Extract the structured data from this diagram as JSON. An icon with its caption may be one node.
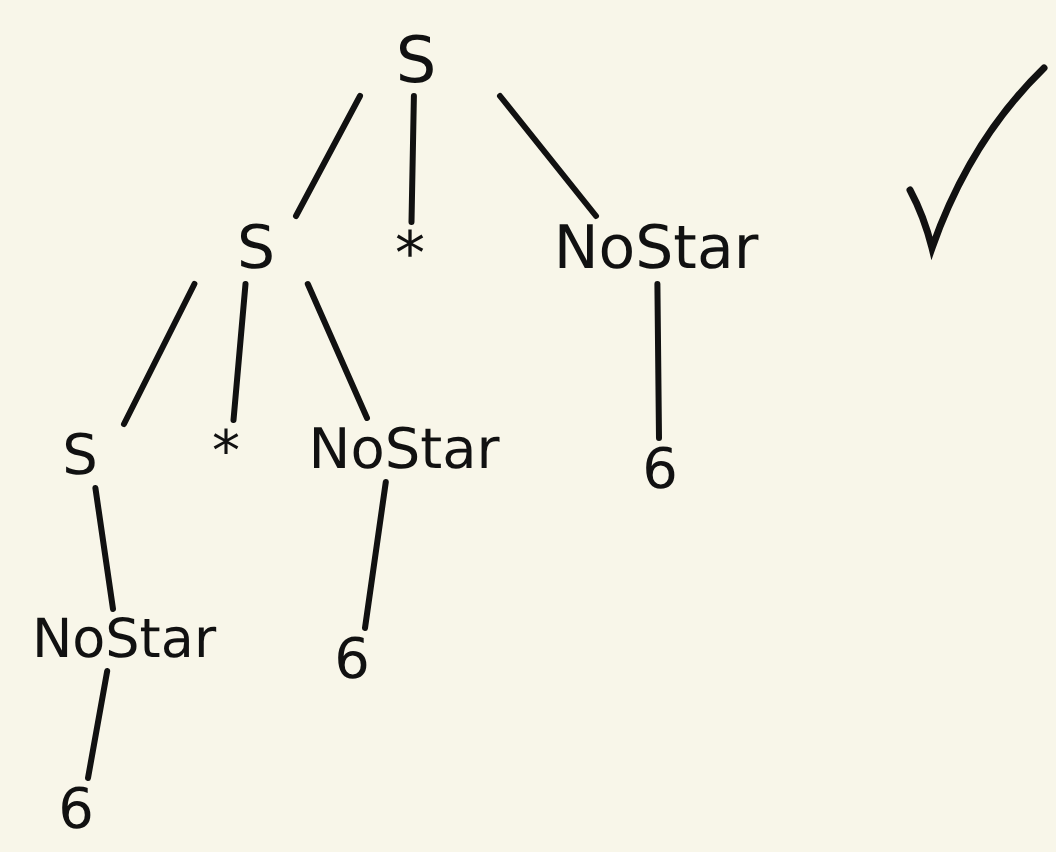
{
  "diagram": {
    "nodes": [
      {
        "text": [
          "S"
        ]
      },
      {
        "text": [
          "S"
        ]
      },
      {
        "text": [
          "*"
        ]
      },
      {
        "text": [
          "NoStar"
        ]
      },
      {
        "text": [
          "S"
        ]
      },
      {
        "text": [
          "*"
        ]
      },
      {
        "text": [
          "NoStar"
        ]
      },
      {
        "text": [
          "6"
        ]
      },
      {
        "text": [
          "NoStar"
        ]
      },
      {
        "text": [
          "6"
        ]
      },
      {
        "text": [
          "6"
        ]
      }
    ],
    "edges": [
      {
        "from": 0,
        "to": 1,
        "arrow": "none"
      },
      {
        "from": 0,
        "to": 2,
        "arrow": "none"
      },
      {
        "from": 0,
        "to": 3,
        "arrow": "none"
      },
      {
        "from": 1,
        "to": 4,
        "arrow": "none"
      },
      {
        "from": 1,
        "to": 5,
        "arrow": "none"
      },
      {
        "from": 1,
        "to": 6,
        "arrow": "none"
      },
      {
        "from": 3,
        "to": 7,
        "arrow": "none"
      },
      {
        "from": 4,
        "to": 8,
        "arrow": "none"
      },
      {
        "from": 6,
        "to": 9,
        "arrow": "none"
      },
      {
        "from": 8,
        "to": 10,
        "arrow": "none"
      }
    ]
  }
}
